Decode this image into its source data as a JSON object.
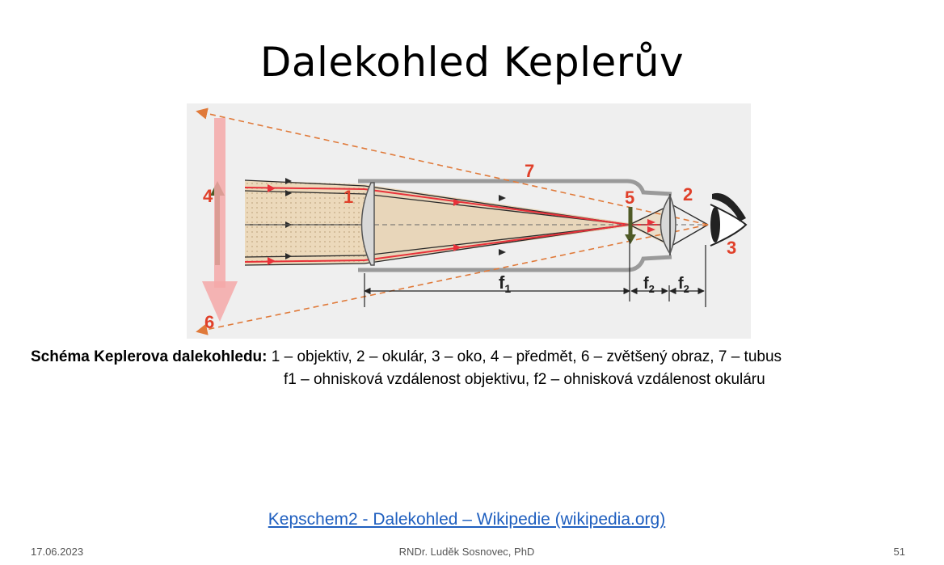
{
  "slide": {
    "title": "Dalekohled Keplerův",
    "caption_bold": "Schéma Keplerova dalekohledu:",
    "caption_line1": " 1 – objektiv, 2 – okulár, 3 – oko, 4 – předmět, 6 – zvětšený obraz, 7 – tubus",
    "caption_line2": "f1 – ohnisková vzdálenost objektivu, f2 – ohnisková vzdálenost okuláru",
    "link_text": "Kepschem2 - Dalekohled – Wikipedie (wikipedia.org)",
    "footer_date": "17.06.2023",
    "footer_author": "RNDr. Luděk Sosnovec, PhD",
    "footer_page": "51"
  },
  "diagram": {
    "labels": {
      "objective": "1",
      "eyepiece": "2",
      "eye": "3",
      "object": "4",
      "focal_point": "5",
      "image": "6",
      "tube": "7",
      "f1": "f",
      "f1_sub": "1",
      "f2a": "f",
      "f2a_sub": "2",
      "f2b": "f",
      "f2b_sub": "2"
    },
    "colors": {
      "background": "#efefef",
      "label_red": "#e0402a",
      "ray_red": "#e8323a",
      "ray_black": "#2a2a2a",
      "dashed_orange": "#e07a3a",
      "object_green": "#4e5a26",
      "image_pink": "#f4a8a8",
      "beam_fill": "#e9d3b0",
      "tube_gray": "#9a9a9a"
    }
  }
}
